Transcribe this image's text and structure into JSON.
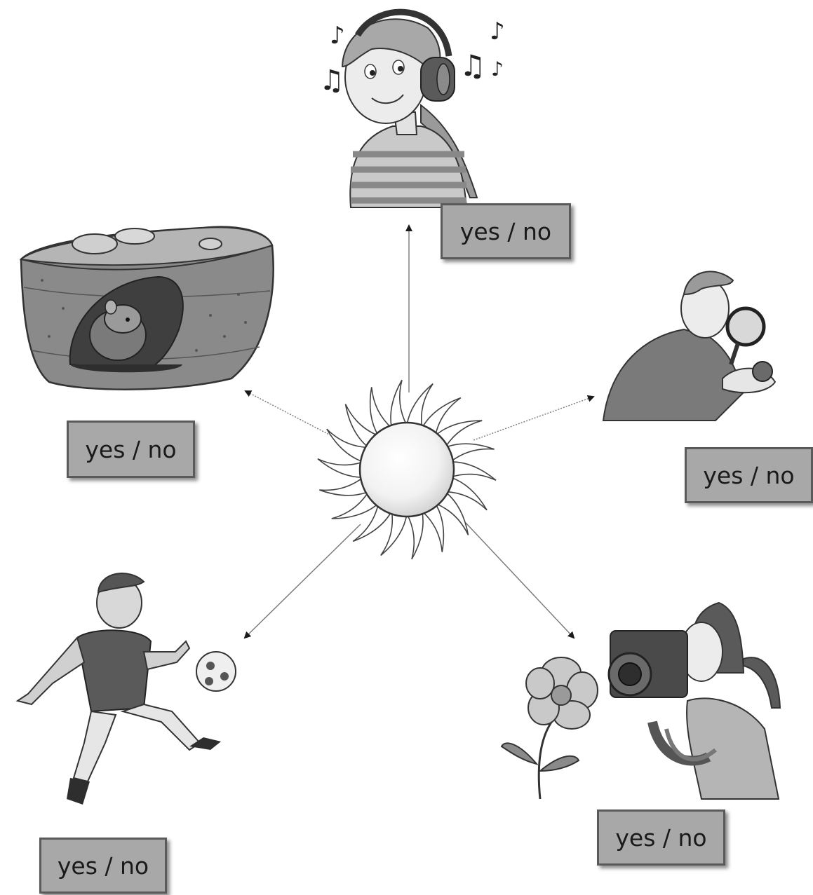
{
  "answers": {
    "music": "yes / no",
    "burrow": "yes / no",
    "magnify": "yes / no",
    "soccer": "yes / no",
    "camera": "yes / no"
  },
  "colors": {
    "box_fill": "#a8a8a8",
    "box_border": "#5a5a5a",
    "line": "#555555",
    "illustration_dark": "#4a4a4a",
    "illustration_mid": "#8c8c8c",
    "illustration_light": "#d2d2d2"
  }
}
